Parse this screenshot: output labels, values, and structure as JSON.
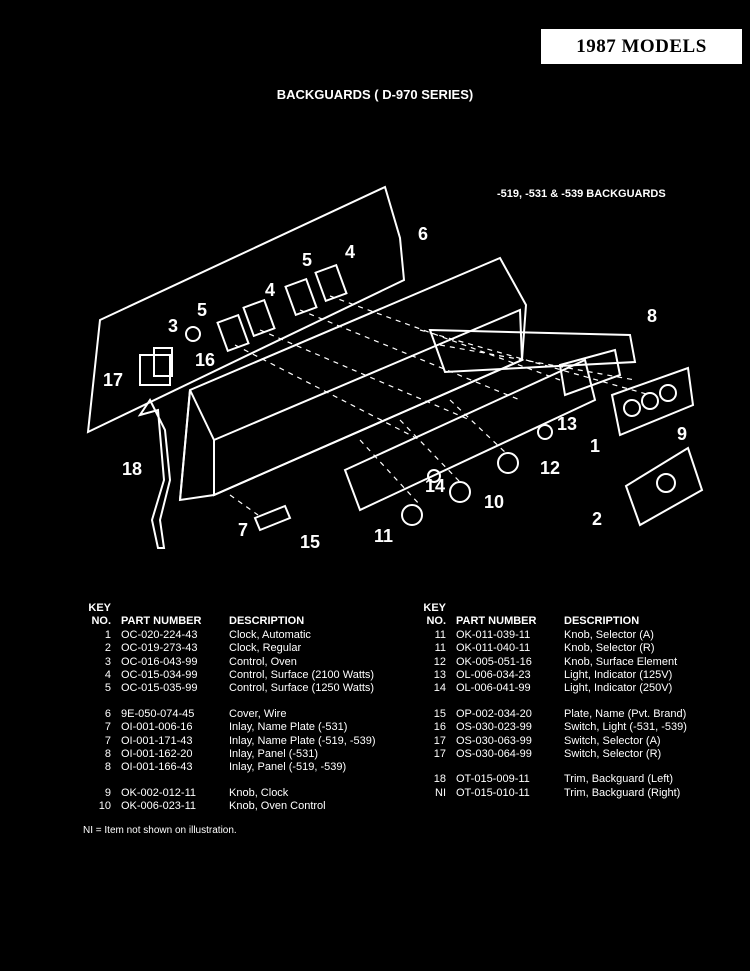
{
  "badge": "1987 MODELS",
  "title": "BACKGUARDS ( D-970 SERIES)",
  "subtitle": "-519, -531 & -539 BACKGUARDS",
  "callouts": [
    "1",
    "2",
    "3",
    "4",
    "4",
    "5",
    "5",
    "6",
    "7",
    "8",
    "9",
    "10",
    "11",
    "12",
    "13",
    "14",
    "15",
    "16",
    "17",
    "18"
  ],
  "header": {
    "key_line1": "KEY",
    "key_line2": "NO.",
    "part_number": "PART NUMBER",
    "description": "DESCRIPTION"
  },
  "left_groups": [
    [
      {
        "key": "1",
        "part": "OC-020-224-43",
        "desc": "Clock, Automatic"
      },
      {
        "key": "2",
        "part": "OC-019-273-43",
        "desc": "Clock, Regular"
      },
      {
        "key": "3",
        "part": "OC-016-043-99",
        "desc": "Control, Oven"
      },
      {
        "key": "4",
        "part": "OC-015-034-99",
        "desc": "Control, Surface (2100 Watts)"
      },
      {
        "key": "5",
        "part": "OC-015-035-99",
        "desc": "Control, Surface (1250 Watts)"
      }
    ],
    [
      {
        "key": "6",
        "part": "9E-050-074-45",
        "desc": "Cover, Wire"
      },
      {
        "key": "7",
        "part": "OI-001-006-16",
        "desc": "Inlay, Name Plate (-531)"
      },
      {
        "key": "7",
        "part": "OI-001-171-43",
        "desc": "Inlay, Name Plate (-519, -539)"
      },
      {
        "key": "8",
        "part": "OI-001-162-20",
        "desc": "Inlay, Panel (-531)"
      },
      {
        "key": "8",
        "part": "OI-001-166-43",
        "desc": "Inlay, Panel (-519, -539)"
      }
    ],
    [
      {
        "key": "9",
        "part": "OK-002-012-11",
        "desc": "Knob, Clock"
      },
      {
        "key": "10",
        "part": "OK-006-023-11",
        "desc": "Knob, Oven Control"
      }
    ]
  ],
  "right_groups": [
    [
      {
        "key": "11",
        "part": "OK-011-039-11",
        "desc": "Knob, Selector (A)"
      },
      {
        "key": "11",
        "part": "OK-011-040-11",
        "desc": "Knob, Selector (R)"
      },
      {
        "key": "12",
        "part": "OK-005-051-16",
        "desc": "Knob, Surface Element"
      },
      {
        "key": "13",
        "part": "OL-006-034-23",
        "desc": "Light, Indicator (125V)"
      },
      {
        "key": "14",
        "part": "OL-006-041-99",
        "desc": "Light, Indicator (250V)"
      }
    ],
    [
      {
        "key": "15",
        "part": "OP-002-034-20",
        "desc": "Plate, Name (Pvt. Brand)"
      },
      {
        "key": "16",
        "part": "OS-030-023-99",
        "desc": "Switch, Light (-531, -539)"
      },
      {
        "key": "17",
        "part": "OS-030-063-99",
        "desc": "Switch, Selector (A)"
      },
      {
        "key": "17",
        "part": "OS-030-064-99",
        "desc": "Switch, Selector (R)"
      }
    ],
    [
      {
        "key": "18",
        "part": "OT-015-009-11",
        "desc": "Trim, Backguard (Left)"
      },
      {
        "key": "NI",
        "part": "OT-015-010-11",
        "desc": "Trim, Backguard (Right)"
      }
    ]
  ],
  "note": "NI = Item not shown on illustration."
}
